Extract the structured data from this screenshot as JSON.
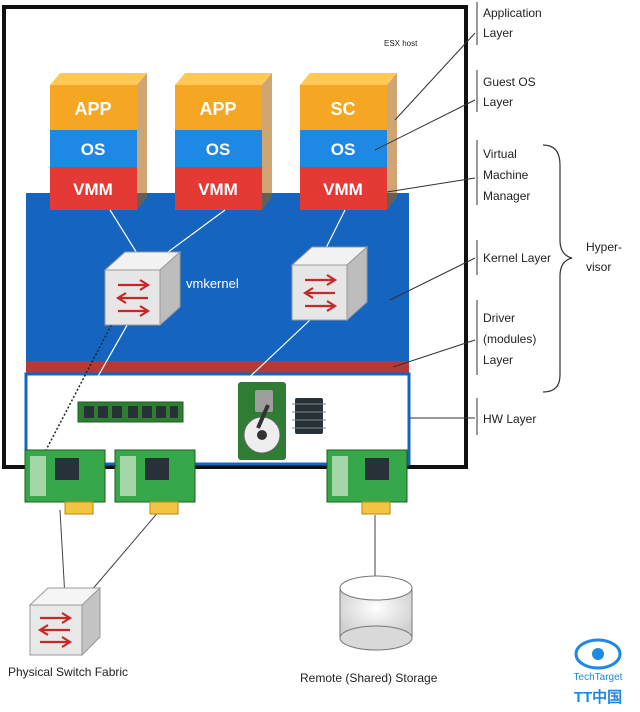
{
  "header": {
    "esx_host": "ESX host"
  },
  "stacks": [
    {
      "top": "APP",
      "middle": "OS",
      "bottom": "VMM"
    },
    {
      "top": "APP",
      "middle": "OS",
      "bottom": "VMM"
    },
    {
      "top": "SC",
      "middle": "OS",
      "bottom": "VMM"
    }
  ],
  "vmkernel_label": "vmkernel",
  "layer_labels": {
    "application": [
      "Application",
      "Layer"
    ],
    "guest_os": [
      "Guest OS",
      "Layer"
    ],
    "vmm": [
      "Virtual",
      "Machine",
      "Manager"
    ],
    "kernel": [
      "Kernel Layer"
    ],
    "driver": [
      "Driver",
      "(modules)",
      "Layer"
    ],
    "hw": [
      "HW Layer"
    ]
  },
  "hypervisor_label": [
    "Hyper-",
    "visor"
  ],
  "bottom_labels": {
    "switch": "Physical Switch Fabric",
    "storage": "Remote (Shared) Storage"
  },
  "brand": {
    "top": "TechTarget",
    "bottom": "TT中国"
  },
  "colors": {
    "app": "#f5a623",
    "os": "#1e88e5",
    "vmm": "#e53935",
    "kernel": "#1565c0",
    "driver": "#b23a3a",
    "pcb": "#37a84a"
  }
}
